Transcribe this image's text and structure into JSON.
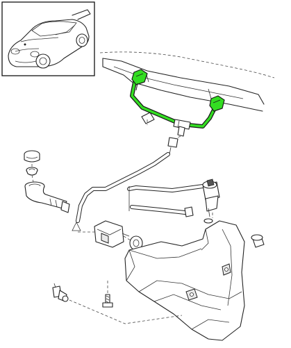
{
  "diagram": {
    "title": "",
    "highlight_color": "#33dd22",
    "line_color": "#222222",
    "background_color": "#ffffff",
    "highlighted_parts": [
      "left-spray-nozzle",
      "right-spray-nozzle",
      "nozzle-hose-assembly"
    ]
  }
}
